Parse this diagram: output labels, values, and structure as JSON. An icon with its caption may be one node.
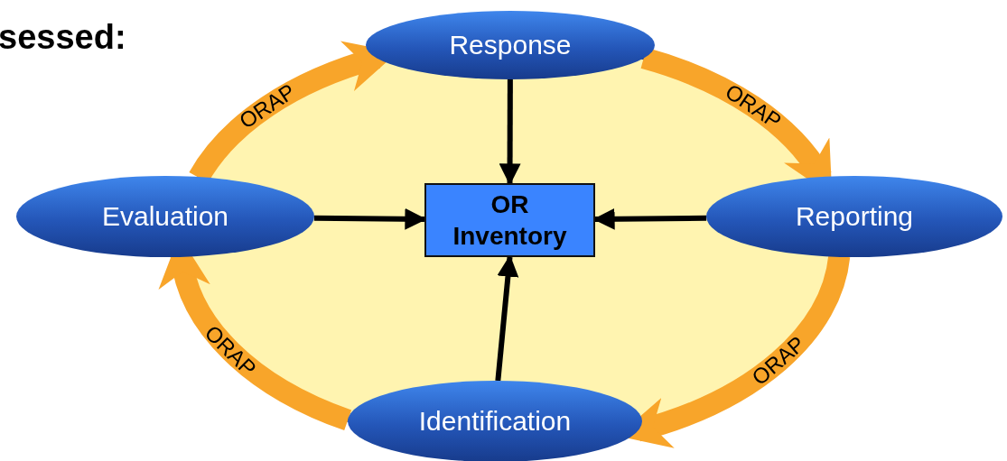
{
  "diagram": {
    "nodes": [
      {
        "text": [
          "Response"
        ]
      },
      {
        "text": [
          "Reporting"
        ]
      },
      {
        "text": [
          "Identification"
        ]
      },
      {
        "text": [
          "Evaluation"
        ]
      },
      {
        "text": [
          "OR Inventory"
        ]
      }
    ],
    "edges": [
      {
        "from": 3,
        "to": 0,
        "arrow": "to",
        "label": "ORAP",
        "style": "thick",
        "color": "#f8a52a"
      },
      {
        "from": 0,
        "to": 1,
        "arrow": "to",
        "label": "ORAP",
        "style": "thick",
        "color": "#f8a52a"
      },
      {
        "from": 1,
        "to": 2,
        "arrow": "to",
        "label": "ORAP",
        "style": "thick",
        "color": "#f8a52a"
      },
      {
        "from": 2,
        "to": 3,
        "arrow": "to",
        "label": "ORAP",
        "style": "thick",
        "color": "#f8a52a"
      },
      {
        "from": 0,
        "to": 4,
        "arrow": "to",
        "color": "#000000"
      },
      {
        "from": 3,
        "to": 4,
        "arrow": "to",
        "color": "#000000"
      },
      {
        "from": 1,
        "to": 4,
        "arrow": "to",
        "color": "#000000"
      },
      {
        "from": 2,
        "to": 4,
        "arrow": "to",
        "color": "#000000"
      }
    ],
    "labels": [
      "sessed:"
    ]
  }
}
